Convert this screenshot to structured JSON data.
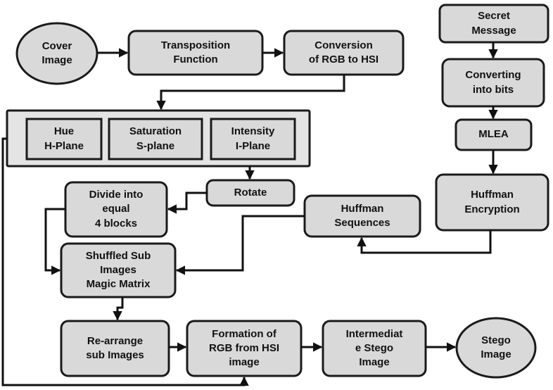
{
  "colors": {
    "node_fill": "#d9d9d9",
    "outline": "#1a1a1a",
    "group_fill": "#e4e4e4",
    "arrow": "#111111",
    "text": "#111111"
  },
  "nodes": {
    "cover_image": "Cover\nImage",
    "transposition": "Transposition\nFunction",
    "rgb_to_hsi": "Conversion\nof RGB to HSI",
    "hue": "Hue\nH-Plane",
    "saturation": "Saturation\nS-plane",
    "intensity": "Intensity\nI-Plane",
    "rotate": "Rotate",
    "divide": "Divide into\nequal\n4 blocks",
    "shuffled": "Shuffled Sub\nImages\nMagic Matrix",
    "rearrange": "Re-arrange\nsub Images",
    "formation": "Formation  of\nRGB from HSI\nimage",
    "intermediate": "Intermediat\ne Stego\nImage",
    "stego_image": "Stego\nImage",
    "secret_message": "Secret\nMessage",
    "converting_bits": "Converting\ninto bits",
    "mlea": "MLEA",
    "huffman_encryption": "Huffman\nEncryption",
    "huffman_sequences": "Huffman\nSequences"
  }
}
